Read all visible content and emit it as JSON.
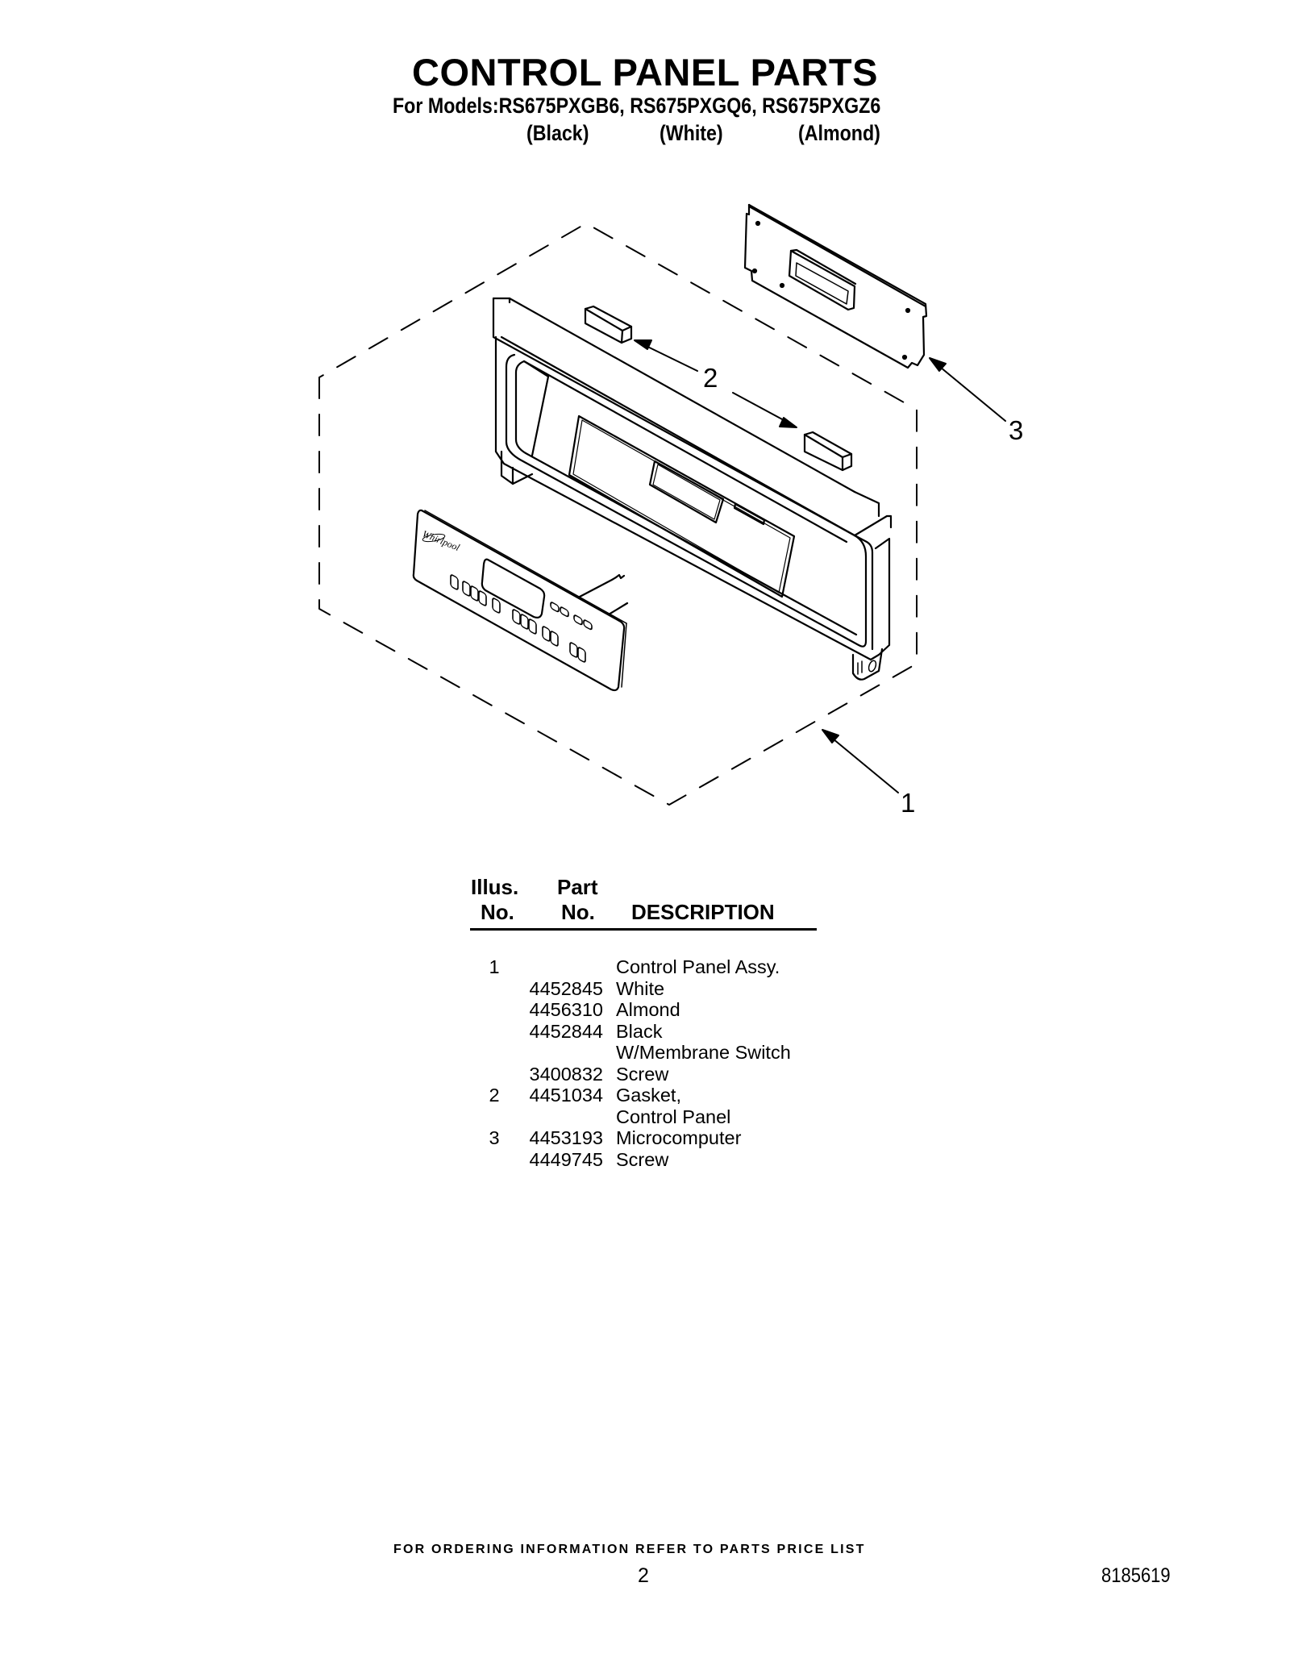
{
  "header": {
    "title": "CONTROL PANEL PARTS",
    "models_line": "For Models:RS675PXGB6, RS675PXGQ6, RS675PXGZ6",
    "models": [
      {
        "model": "RS675PXGB6",
        "color": "(Black)"
      },
      {
        "model": "RS675PXGQ6",
        "color": "(White)"
      },
      {
        "model": "RS675PXGZ6",
        "color": "(Almond)"
      }
    ]
  },
  "diagram": {
    "callouts": [
      {
        "number": "1",
        "target": "control-panel-assembly"
      },
      {
        "number": "2",
        "target": "gasket-control-panel"
      },
      {
        "number": "3",
        "target": "microcomputer"
      }
    ],
    "brand_mark": "Whirlpool"
  },
  "parts_table": {
    "headers": {
      "illus_line1": "Illus.",
      "illus_line2": "No.",
      "part_line1": "Part",
      "part_line2": "No.",
      "description": "DESCRIPTION"
    },
    "rows": [
      {
        "illus": "1",
        "part": "",
        "description": "Control Panel Assy."
      },
      {
        "illus": "",
        "part": "4452845",
        "description": "White"
      },
      {
        "illus": "",
        "part": "4456310",
        "description": "Almond"
      },
      {
        "illus": "",
        "part": "4452844",
        "description": "Black"
      },
      {
        "illus": "",
        "part": "",
        "description": "W/Membrane Switch"
      },
      {
        "illus": "",
        "part": "3400832",
        "description": "Screw"
      },
      {
        "illus": "2",
        "part": "4451034",
        "description": "Gasket,"
      },
      {
        "illus": "",
        "part": "",
        "description": "Control Panel"
      },
      {
        "illus": "3",
        "part": "4453193",
        "description": "Microcomputer"
      },
      {
        "illus": "",
        "part": "4449745",
        "description": "Screw"
      }
    ]
  },
  "footer": {
    "note": "FOR ORDERING INFORMATION REFER TO PARTS PRICE LIST",
    "page_number": "2",
    "document_number": "8185619"
  }
}
